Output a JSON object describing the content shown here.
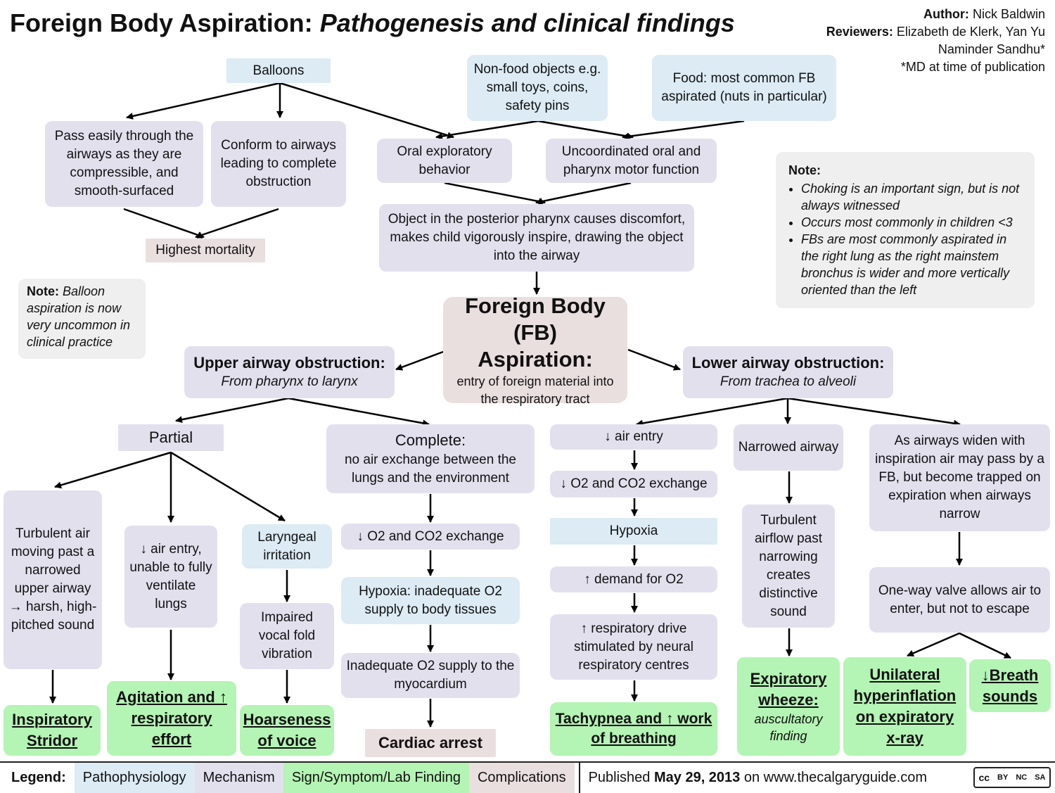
{
  "title": {
    "main": "Foreign Body Aspiration:",
    "italic": "Pathogenesis and clinical findings"
  },
  "credits": {
    "author_label": "Author:",
    "author": "Nick Baldwin",
    "reviewers_label": "Reviewers:",
    "reviewers": "Elizabeth de Klerk, Yan Yu",
    "reviewers2": "Naminder Sandhu*",
    "footnote": "*MD at time of publication"
  },
  "nodes": {
    "balloons": "Balloons",
    "nonfood": "Non-food objects e.g. small toys, coins, safety pins",
    "food": "Food: most common FB aspirated (nuts in particular)",
    "pass_easily": "Pass easily through the airways as they are compressible, and smooth-surfaced",
    "conform": "Conform to airways leading to complete obstruction",
    "oral": "Oral exploratory behavior",
    "uncoord": "Uncoordinated oral and pharynx motor function",
    "highest_mortality": "Highest mortality",
    "posterior": "Object in the  posterior pharynx causes discomfort, makes child vigorously inspire, drawing the object into the airway",
    "balloon_note_bold": "Note:",
    "balloon_note": "Balloon aspiration is now very uncommon in clinical practice",
    "fb_title": "Foreign Body (FB) Aspiration:",
    "fb_sub": "entry of foreign material into the respiratory tract",
    "upper_title": "Upper airway obstruction:",
    "upper_sub": "From pharynx to larynx",
    "lower_title": "Lower airway obstruction:",
    "lower_sub": "From trachea to alveoli",
    "partial": "Partial",
    "complete_title": "Complete:",
    "complete_sub": "no air exchange between the lungs and the environment",
    "turbulent_upper": "Turbulent air moving past a narrowed upper airway → harsh, high-pitched sound",
    "dec_air_entry_unable": "↓ air entry, unable to fully ventilate lungs",
    "laryngeal": "Laryngeal irritation",
    "impaired_vocal": "Impaired vocal fold vibration",
    "c_exchange": "↓ O2 and CO2 exchange",
    "c_hypoxia": "Hypoxia: inadequate O2 supply to body tissues",
    "c_myocardium": "Inadequate O2 supply to the myocardium",
    "cardiac_arrest": "Cardiac arrest",
    "l_air_entry": "↓ air entry",
    "l_exchange": "↓ O2 and CO2 exchange",
    "l_hypoxia": "Hypoxia",
    "l_demand": "↑ demand for O2",
    "l_resp_drive": "↑ respiratory drive stimulated by neural respiratory centres",
    "narrowed": "Narrowed airway",
    "turbulent_lower": "Turbulent airflow past narrowing creates distinctive sound",
    "widen": "As airways widen with inspiration air may pass by a FB, but become trapped on expiration when airways narrow",
    "oneway": "One-way valve allows air to enter, but not to escape"
  },
  "findings": {
    "stridor": "Inspiratory Stridor",
    "agitation": "Agitation and ↑ respiratory effort",
    "hoarseness": "Hoarseness of voice",
    "tachypnea": "Tachypnea and ↑ work of breathing",
    "wheeze": "Expiratory wheeze:",
    "wheeze_sub": "auscultatory finding",
    "hyperinflation": "Unilateral hyperinflation on expiratory x-ray",
    "breath": "↓Breath sounds"
  },
  "note_right": {
    "heading": "Note:",
    "items": [
      "Choking is an important sign, but is not always witnessed",
      "Occurs most commonly in children <3",
      "FBs are most commonly aspirated in the right lung as the right mainstem bronchus is wider and more vertically oriented than the left"
    ]
  },
  "legend": {
    "label": "Legend:",
    "patho": "Pathophysiology",
    "mech": "Mechanism",
    "sign": "Sign/Symptom/Lab Finding",
    "comp": "Complications",
    "published_prefix": "Published",
    "published_date": "May 29, 2013",
    "published_suffix": "on www.thecalgaryguide.com"
  },
  "license": {
    "cc": "cc",
    "by": "BY",
    "nc": "NC",
    "sa": "SA"
  },
  "colors": {
    "patho": "#dcebf4",
    "mech": "#e3e0ee",
    "sign": "#b4f4b4",
    "comp": "#eadfdf",
    "note": "#efefef"
  }
}
